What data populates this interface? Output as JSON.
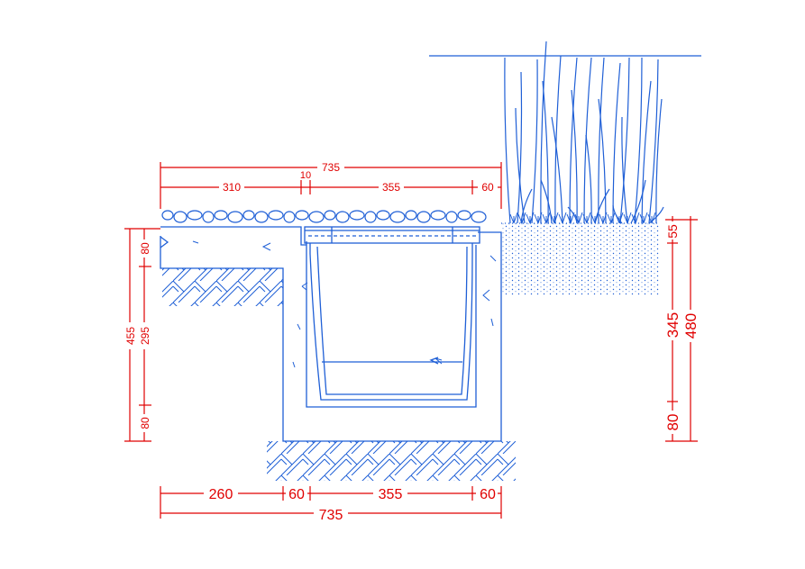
{
  "colors": {
    "background": "#ffffff",
    "object_lines": "#1f5fd6",
    "dimension_lines": "#e00000"
  },
  "dimensions": {
    "top": {
      "total": "735",
      "left": "310",
      "gap": "10",
      "grate": "355",
      "right": "60"
    },
    "bottom": {
      "total": "735",
      "left": "260",
      "wall_left": "60",
      "channel": "355",
      "wall_right": "60"
    },
    "left": {
      "total": "455",
      "top": "80",
      "middle": "295",
      "bottom": "80"
    },
    "right": {
      "total": "480",
      "top": "55",
      "middle": "345",
      "bottom": "80"
    }
  },
  "elements": {
    "pebbles": "pebble-layer",
    "grass": "grass-planting",
    "soil": "planting-soil",
    "grate": "drain-grate",
    "channel": "drain-channel",
    "concrete": "concrete-base",
    "ground": "compacted-earth"
  }
}
